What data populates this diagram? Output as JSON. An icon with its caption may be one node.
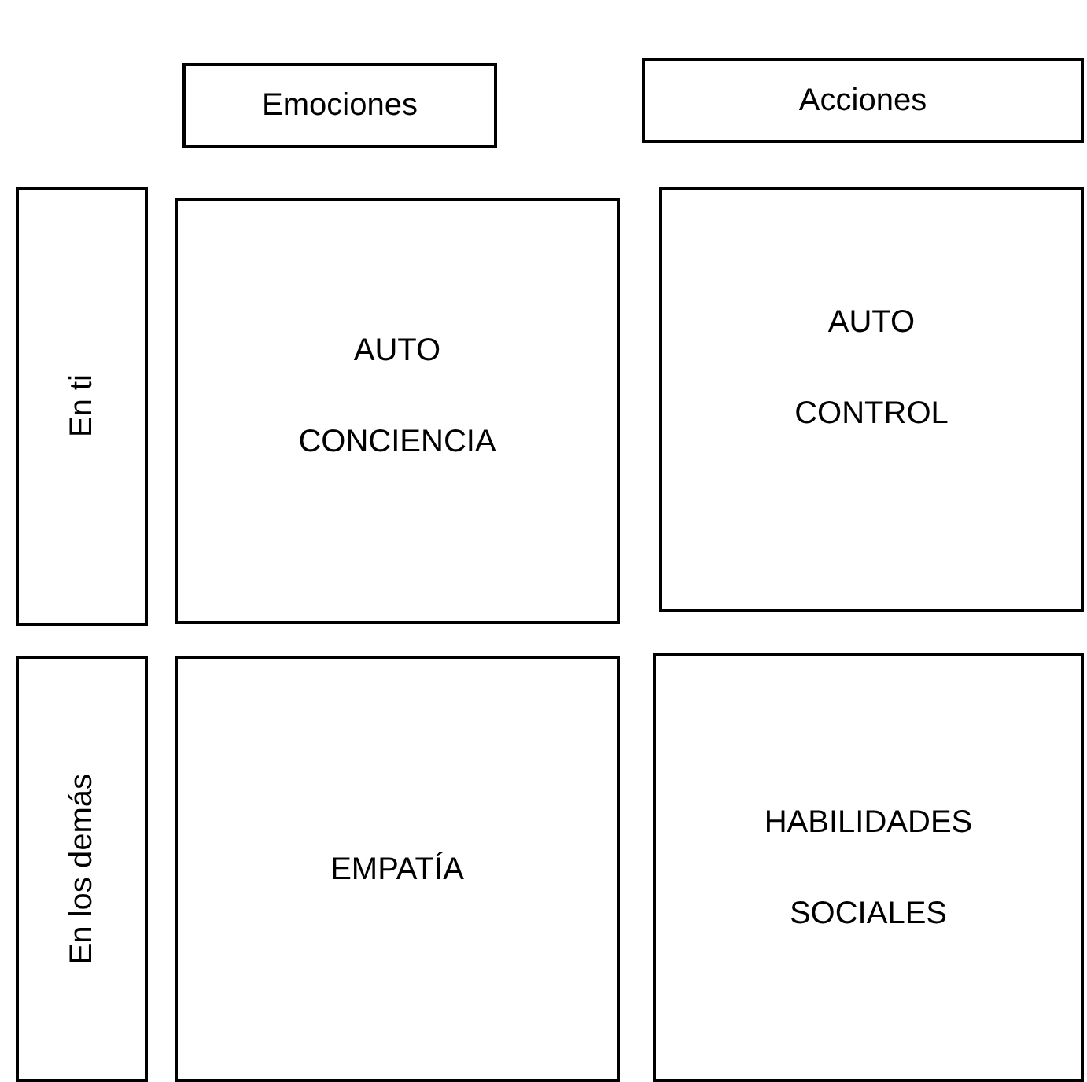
{
  "diagram": {
    "nodes": [
      {
        "text": [
          "Emociones"
        ]
      },
      {
        "text": [
          "Acciones"
        ]
      },
      {
        "text": [
          "En ti"
        ]
      },
      {
        "text": [
          "AUTO CONCIENCIA"
        ]
      },
      {
        "text": [
          "AUTO CONTROL"
        ]
      },
      {
        "text": [
          "En los demás"
        ]
      },
      {
        "text": [
          "EMPATÍA"
        ]
      },
      {
        "text": [
          "HABILIDADES SOCIALES"
        ]
      }
    ]
  }
}
